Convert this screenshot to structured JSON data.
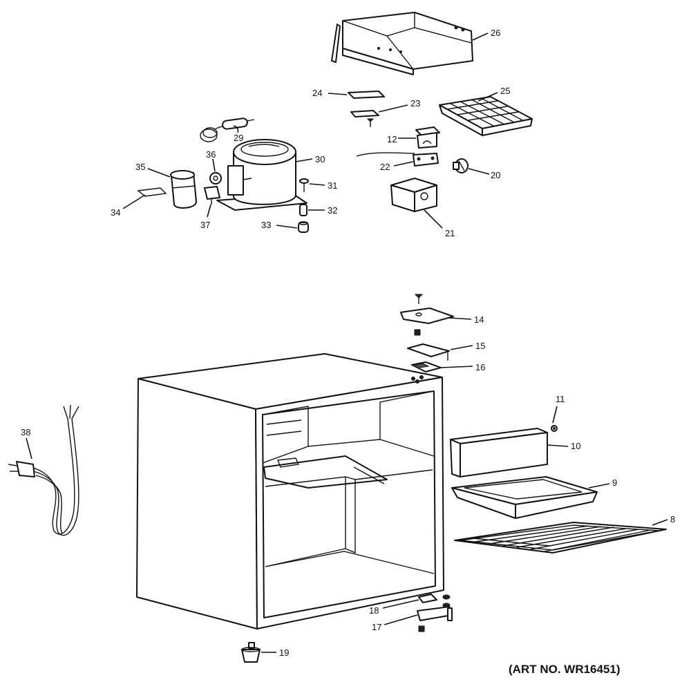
{
  "caption": "(ART NO. WR16451)",
  "callouts": {
    "c8": "8",
    "c9": "9",
    "c10": "10",
    "c11": "11",
    "c12": "12",
    "c14": "14",
    "c15": "15",
    "c16": "16",
    "c17": "17",
    "c18": "18",
    "c19": "19",
    "c20": "20",
    "c21": "21",
    "c22": "22",
    "c23": "23",
    "c24": "24",
    "c25": "25",
    "c26": "26",
    "c29": "29",
    "c30": "30",
    "c31": "31",
    "c32": "32",
    "c33": "33",
    "c34": "34",
    "c35": "35",
    "c36": "36",
    "c37": "37",
    "c38": "38"
  }
}
